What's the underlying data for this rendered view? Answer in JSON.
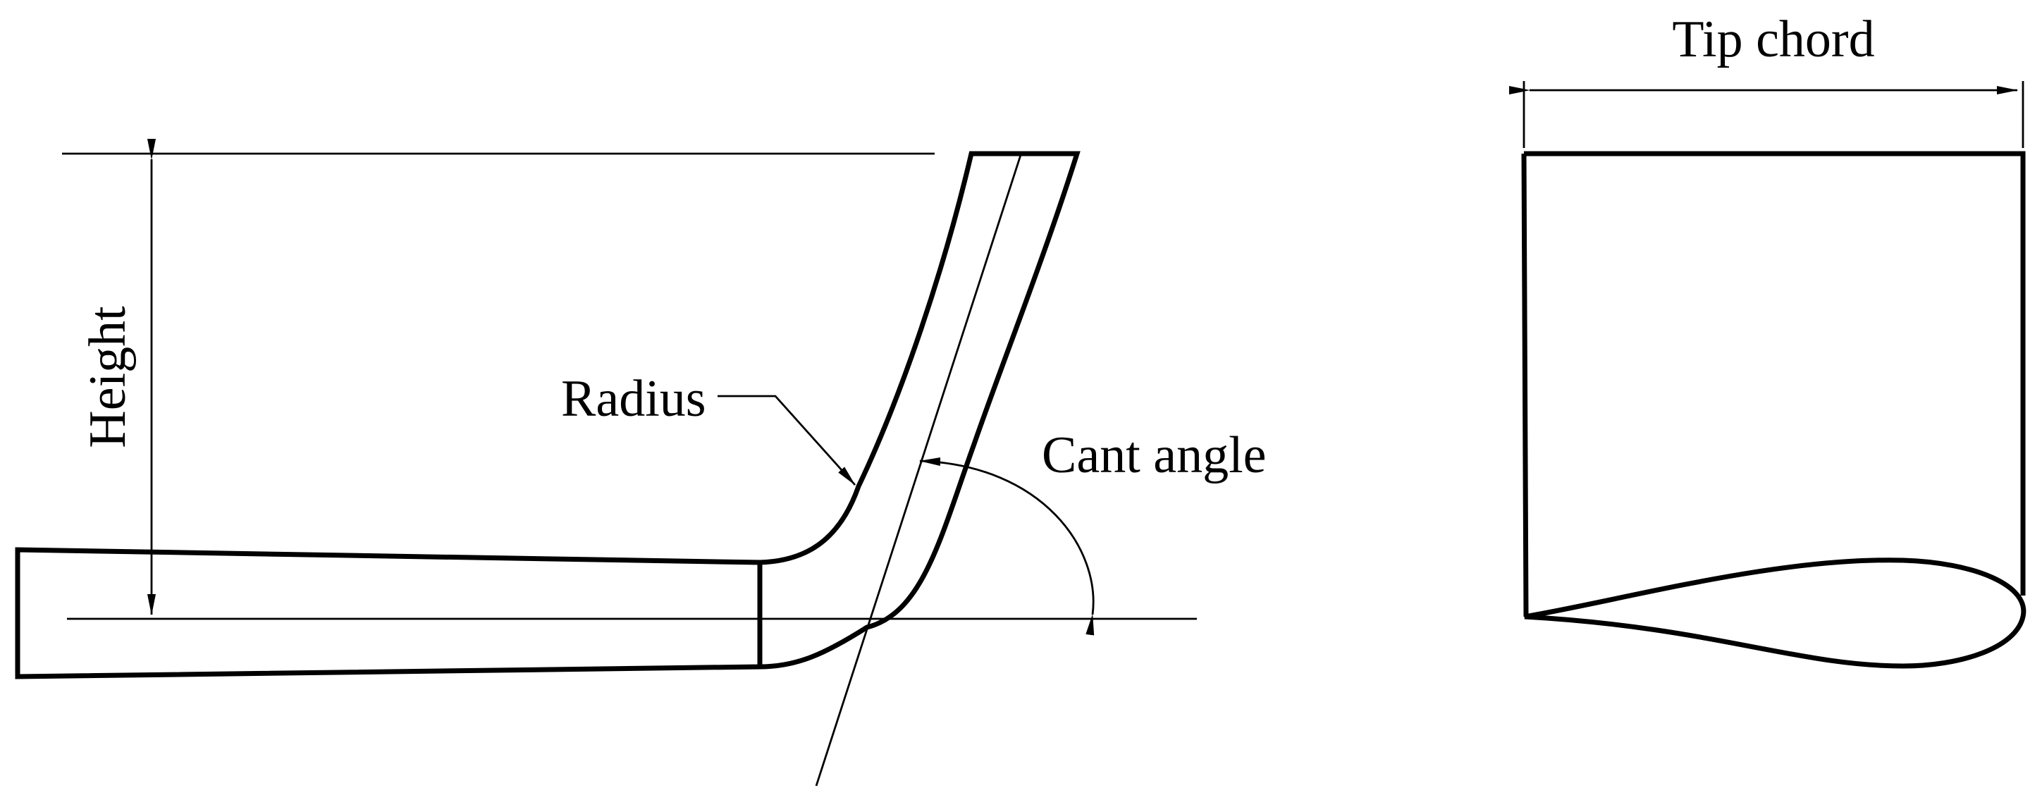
{
  "labels": {
    "height": "Height",
    "radius": "Radius",
    "cant_angle": "Cant angle",
    "tip_chord": "Tip chord"
  },
  "colors": {
    "stroke": "#000000",
    "background": "#ffffff"
  }
}
